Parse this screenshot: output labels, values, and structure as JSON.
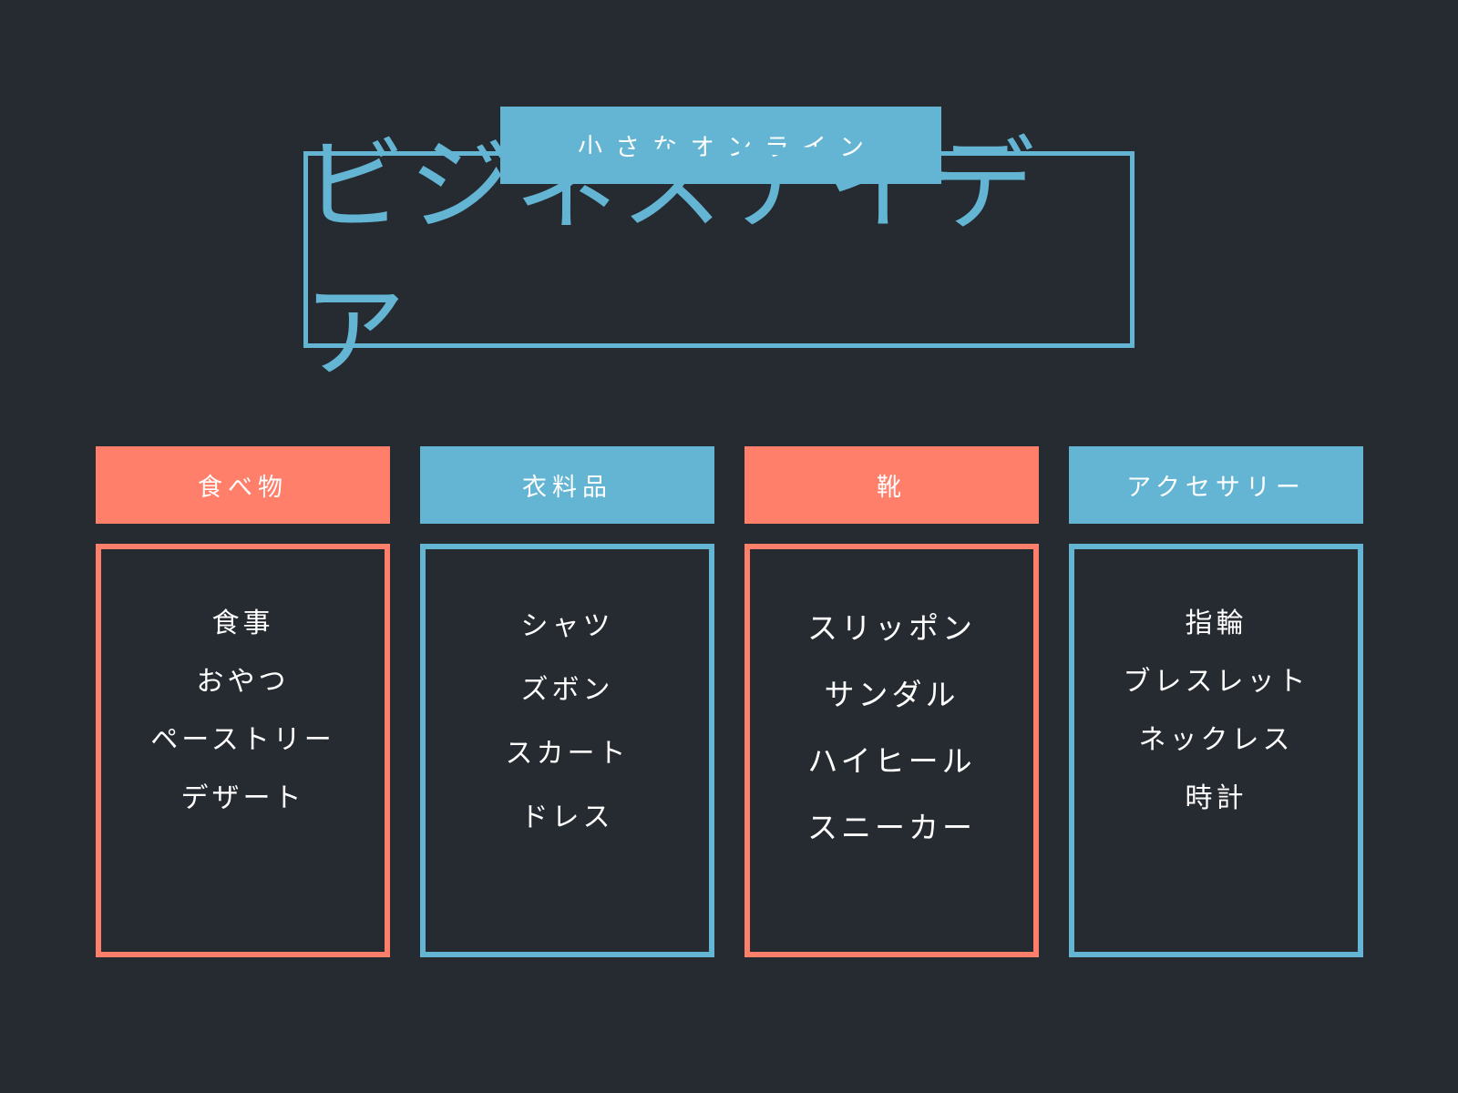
{
  "header": {
    "subtitle": "小さなオンライン",
    "title": "ビジネスアイデア"
  },
  "colors": {
    "background": "#262a31",
    "blue": "#63b5d3",
    "coral": "#ff7f6b",
    "text": "#ffffff"
  },
  "categories": [
    {
      "label": "食べ物",
      "color": "#ff7f6b",
      "items": [
        "食事",
        "おやつ",
        "ペーストリー",
        "デザート"
      ]
    },
    {
      "label": "衣料品",
      "color": "#63b5d3",
      "items": [
        "シャツ",
        "ズボン",
        "スカート",
        "ドレス"
      ]
    },
    {
      "label": "靴",
      "color": "#ff7f6b",
      "items": [
        "スリッポン",
        "サンダル",
        "ハイヒール",
        "スニーカー"
      ]
    },
    {
      "label": "アクセサリー",
      "color": "#63b5d3",
      "items": [
        "指輪",
        "ブレスレット",
        "ネックレス",
        "時計"
      ]
    }
  ]
}
